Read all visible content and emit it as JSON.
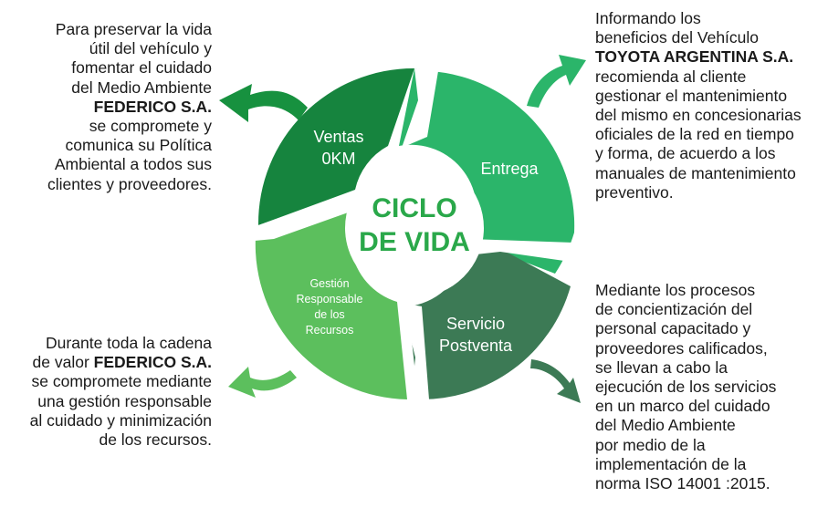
{
  "center": {
    "line1": "CICLO",
    "line2": "DE VIDA"
  },
  "segments": {
    "ventas": {
      "line1": "Ventas",
      "line2": "0KM"
    },
    "entrega": {
      "line1": "Entrega"
    },
    "servicio": {
      "line1": "Servicio",
      "line2": "Postventa"
    },
    "gestion": {
      "line1": "Gestión",
      "line2": "Responsable",
      "line3": "de los",
      "line4": "Recursos"
    }
  },
  "blocks": {
    "top_left": [
      "Para preservar la vida",
      "útil del vehículo y",
      "fomentar el cuidado",
      "del Medio Ambiente",
      "FEDERICO S.A.",
      "se compromete y",
      "comunica su Política",
      "Ambiental a todos sus",
      "clientes y proveedores."
    ],
    "top_right": [
      "Informando los",
      "beneficios del Vehículo",
      "TOYOTA ARGENTINA S.A.",
      "recomienda al cliente",
      "gestionar el mantenimiento",
      "del mismo en concesionarias",
      "oficiales de la red en tiempo",
      "y forma, de acuerdo a los",
      "manuales de mantenimiento",
      "preventivo."
    ],
    "bottom_left": {
      "line1_pre": "Durante toda la cadena",
      "line2_pre": "de valor ",
      "line2_bold": "FEDERICO S.A.",
      "rest": [
        "se compromete mediante",
        "una gestión responsable",
        "al cuidado y minimización",
        "de los recursos."
      ]
    },
    "bottom_right": [
      "Mediante los procesos",
      "de concientización del",
      "personal capacitado y",
      "proveedores calificados,",
      "se llevan a cabo la",
      "ejecución de los servicios",
      "en un marco del cuidado",
      "del Medio Ambiente",
      "por medio de la",
      "implementación de la",
      "norma ISO 14001 :2015."
    ]
  },
  "colors": {
    "ventas": "#16843e",
    "entrega": "#2bb56a",
    "servicio": "#3c7a55",
    "gestion": "#5cbf5d",
    "center_text": "#2aa84a",
    "arrow_top_left": "#17913f",
    "arrow_top_right": "#2bb56a",
    "arrow_bottom_right": "#3c7a55",
    "arrow_bottom_left": "#5cbf5d"
  }
}
